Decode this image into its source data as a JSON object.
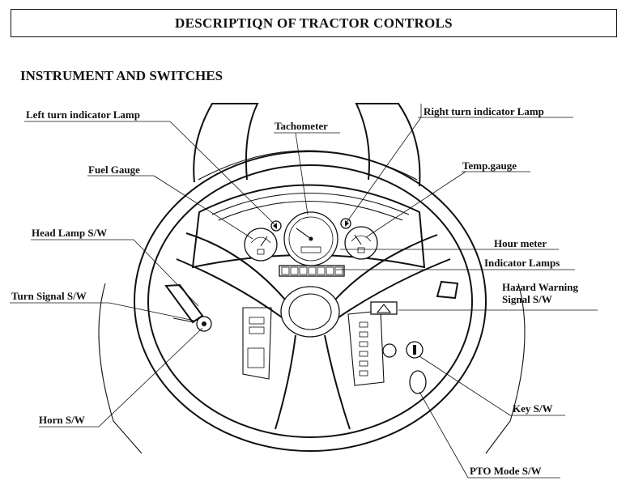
{
  "header": {
    "title": "DESCRIPTIQN OF TRACTOR CONTROLS"
  },
  "section": {
    "title": "INSTRUMENT AND SWITCHES"
  },
  "labels": {
    "left_turn_lamp": "Left turn indicator Lamp",
    "right_turn_lamp": "Right turn indicator Lamp",
    "tachometer": "Tachometer",
    "fuel_gauge": "Fuel Gauge",
    "temp_gauge": "Temp.gauge",
    "head_lamp_sw": "Head Lamp S/W",
    "hour_meter": "Hour meter",
    "indicator_lamps": "Indicator Lamps",
    "turn_signal_sw": "Turn Signal S/W",
    "hazard_line1": "Hazard Warning",
    "hazard_line2": "Signal S/W",
    "horn_sw": "Horn S/W",
    "key_sw": "Key S/W",
    "pto_mode_sw": "PTO Mode S/W"
  },
  "icons": {
    "tachometer": "tachometer-gauge-icon",
    "fuel": "fuel-gauge-icon",
    "temp": "temperature-gauge-icon",
    "hazard": "hazard-triangle-icon",
    "key": "ignition-key-icon"
  }
}
